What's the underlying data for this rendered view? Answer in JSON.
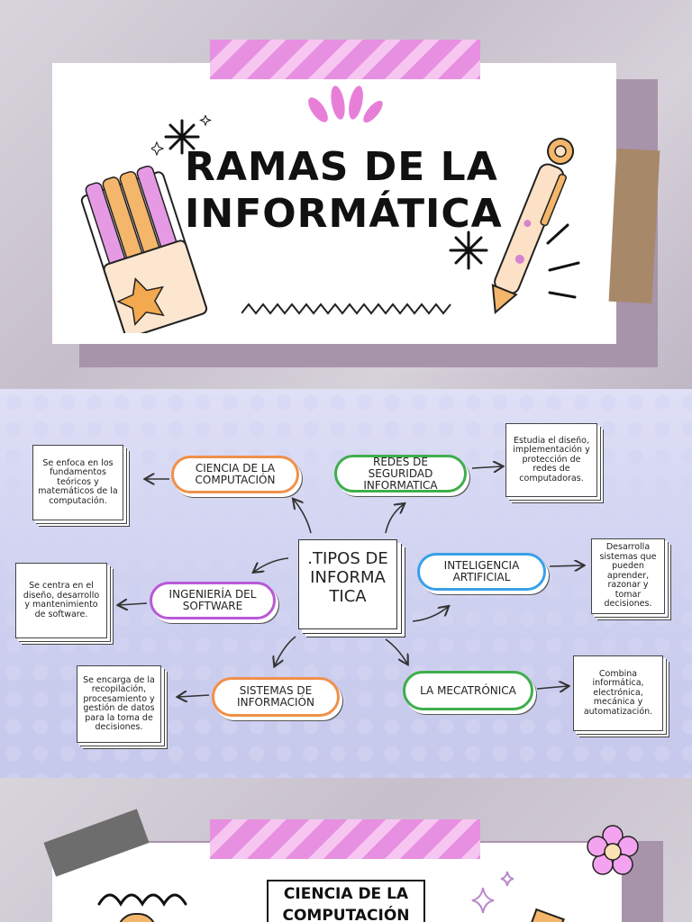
{
  "slide1": {
    "title": "RAMAS DE LA INFORMÁTICA"
  },
  "diagram": {
    "center": ".TIPOS DE INFORMA TICA",
    "branches": [
      {
        "label": "CIENCIA DE LA COMPUTACIÓN",
        "color": "#f0904a",
        "description": "Se enfoca en los fundamentos teóricos y matemáticos de la computación."
      },
      {
        "label": "REDES DE SEGURIDAD INFORMATICA",
        "color": "#3fae4d",
        "description": "Estudia el diseño, implementación y protección de redes de computadoras."
      },
      {
        "label": "INGENIERÍA DEL SOFTWARE",
        "color": "#b85ad6",
        "description": "Se centra en el diseño, desarrollo y mantenimiento de software."
      },
      {
        "label": "INTELIGENCIA ARTIFICIAL",
        "color": "#3aa0e8",
        "description": "Desarrolla sistemas que pueden aprender, razonar y tomar decisiones."
      },
      {
        "label": "SISTEMAS DE INFORMACIÓN",
        "color": "#f0904a",
        "description": "Se encarga de la recopilación, procesamiento y gestión de datos para la toma de decisiones."
      },
      {
        "label": "LA MECATRÓNICA",
        "color": "#3fae4d",
        "description": "Combina informática, electrónica, mecánica y automatización."
      }
    ]
  },
  "slide3": {
    "subtitle": "CIENCIA DE LA COMPUTACIÓN"
  }
}
